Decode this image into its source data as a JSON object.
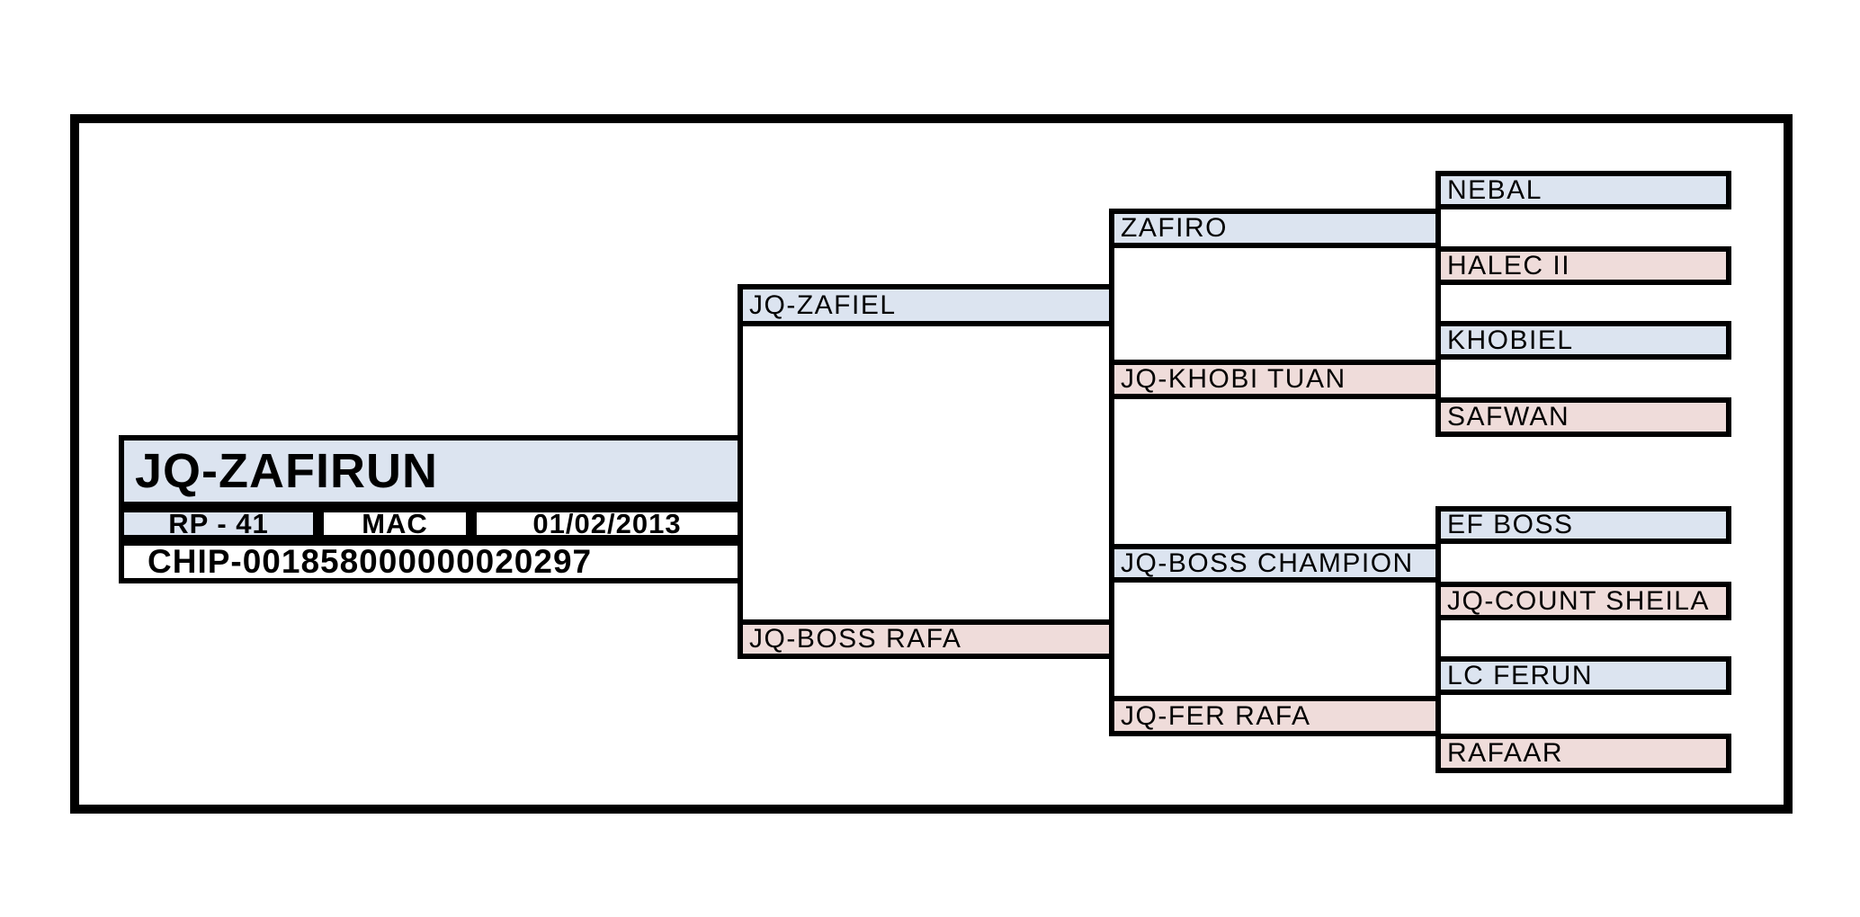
{
  "colors": {
    "sire_bg": "#dce4f0",
    "dam_bg": "#efdcda",
    "border": "#000000",
    "background": "#ffffff"
  },
  "subject": {
    "name": "JQ-ZAFIRUN",
    "rp_number": "RP - 41",
    "code": "MAC",
    "birth_date": "01/02/2013",
    "chip": "CHIP-001858000000020297"
  },
  "pedigree": {
    "sire": {
      "name": "JQ-ZAFIEL",
      "sire": {
        "name": "ZAFIRO",
        "sire": {
          "name": "NEBAL"
        },
        "dam": {
          "name": "HALEC II"
        }
      },
      "dam": {
        "name": "JQ-KHOBI TUAN",
        "sire": {
          "name": "KHOBIEL"
        },
        "dam": {
          "name": "SAFWAN"
        }
      }
    },
    "dam": {
      "name": "JQ-BOSS RAFA",
      "sire": {
        "name": "JQ-BOSS CHAMPION",
        "sire": {
          "name": "EF BOSS"
        },
        "dam": {
          "name": "JQ-COUNT SHEILA"
        }
      },
      "dam": {
        "name": "JQ-FER RAFA",
        "sire": {
          "name": "LC FERUN"
        },
        "dam": {
          "name": "RAFAAR"
        }
      }
    }
  }
}
